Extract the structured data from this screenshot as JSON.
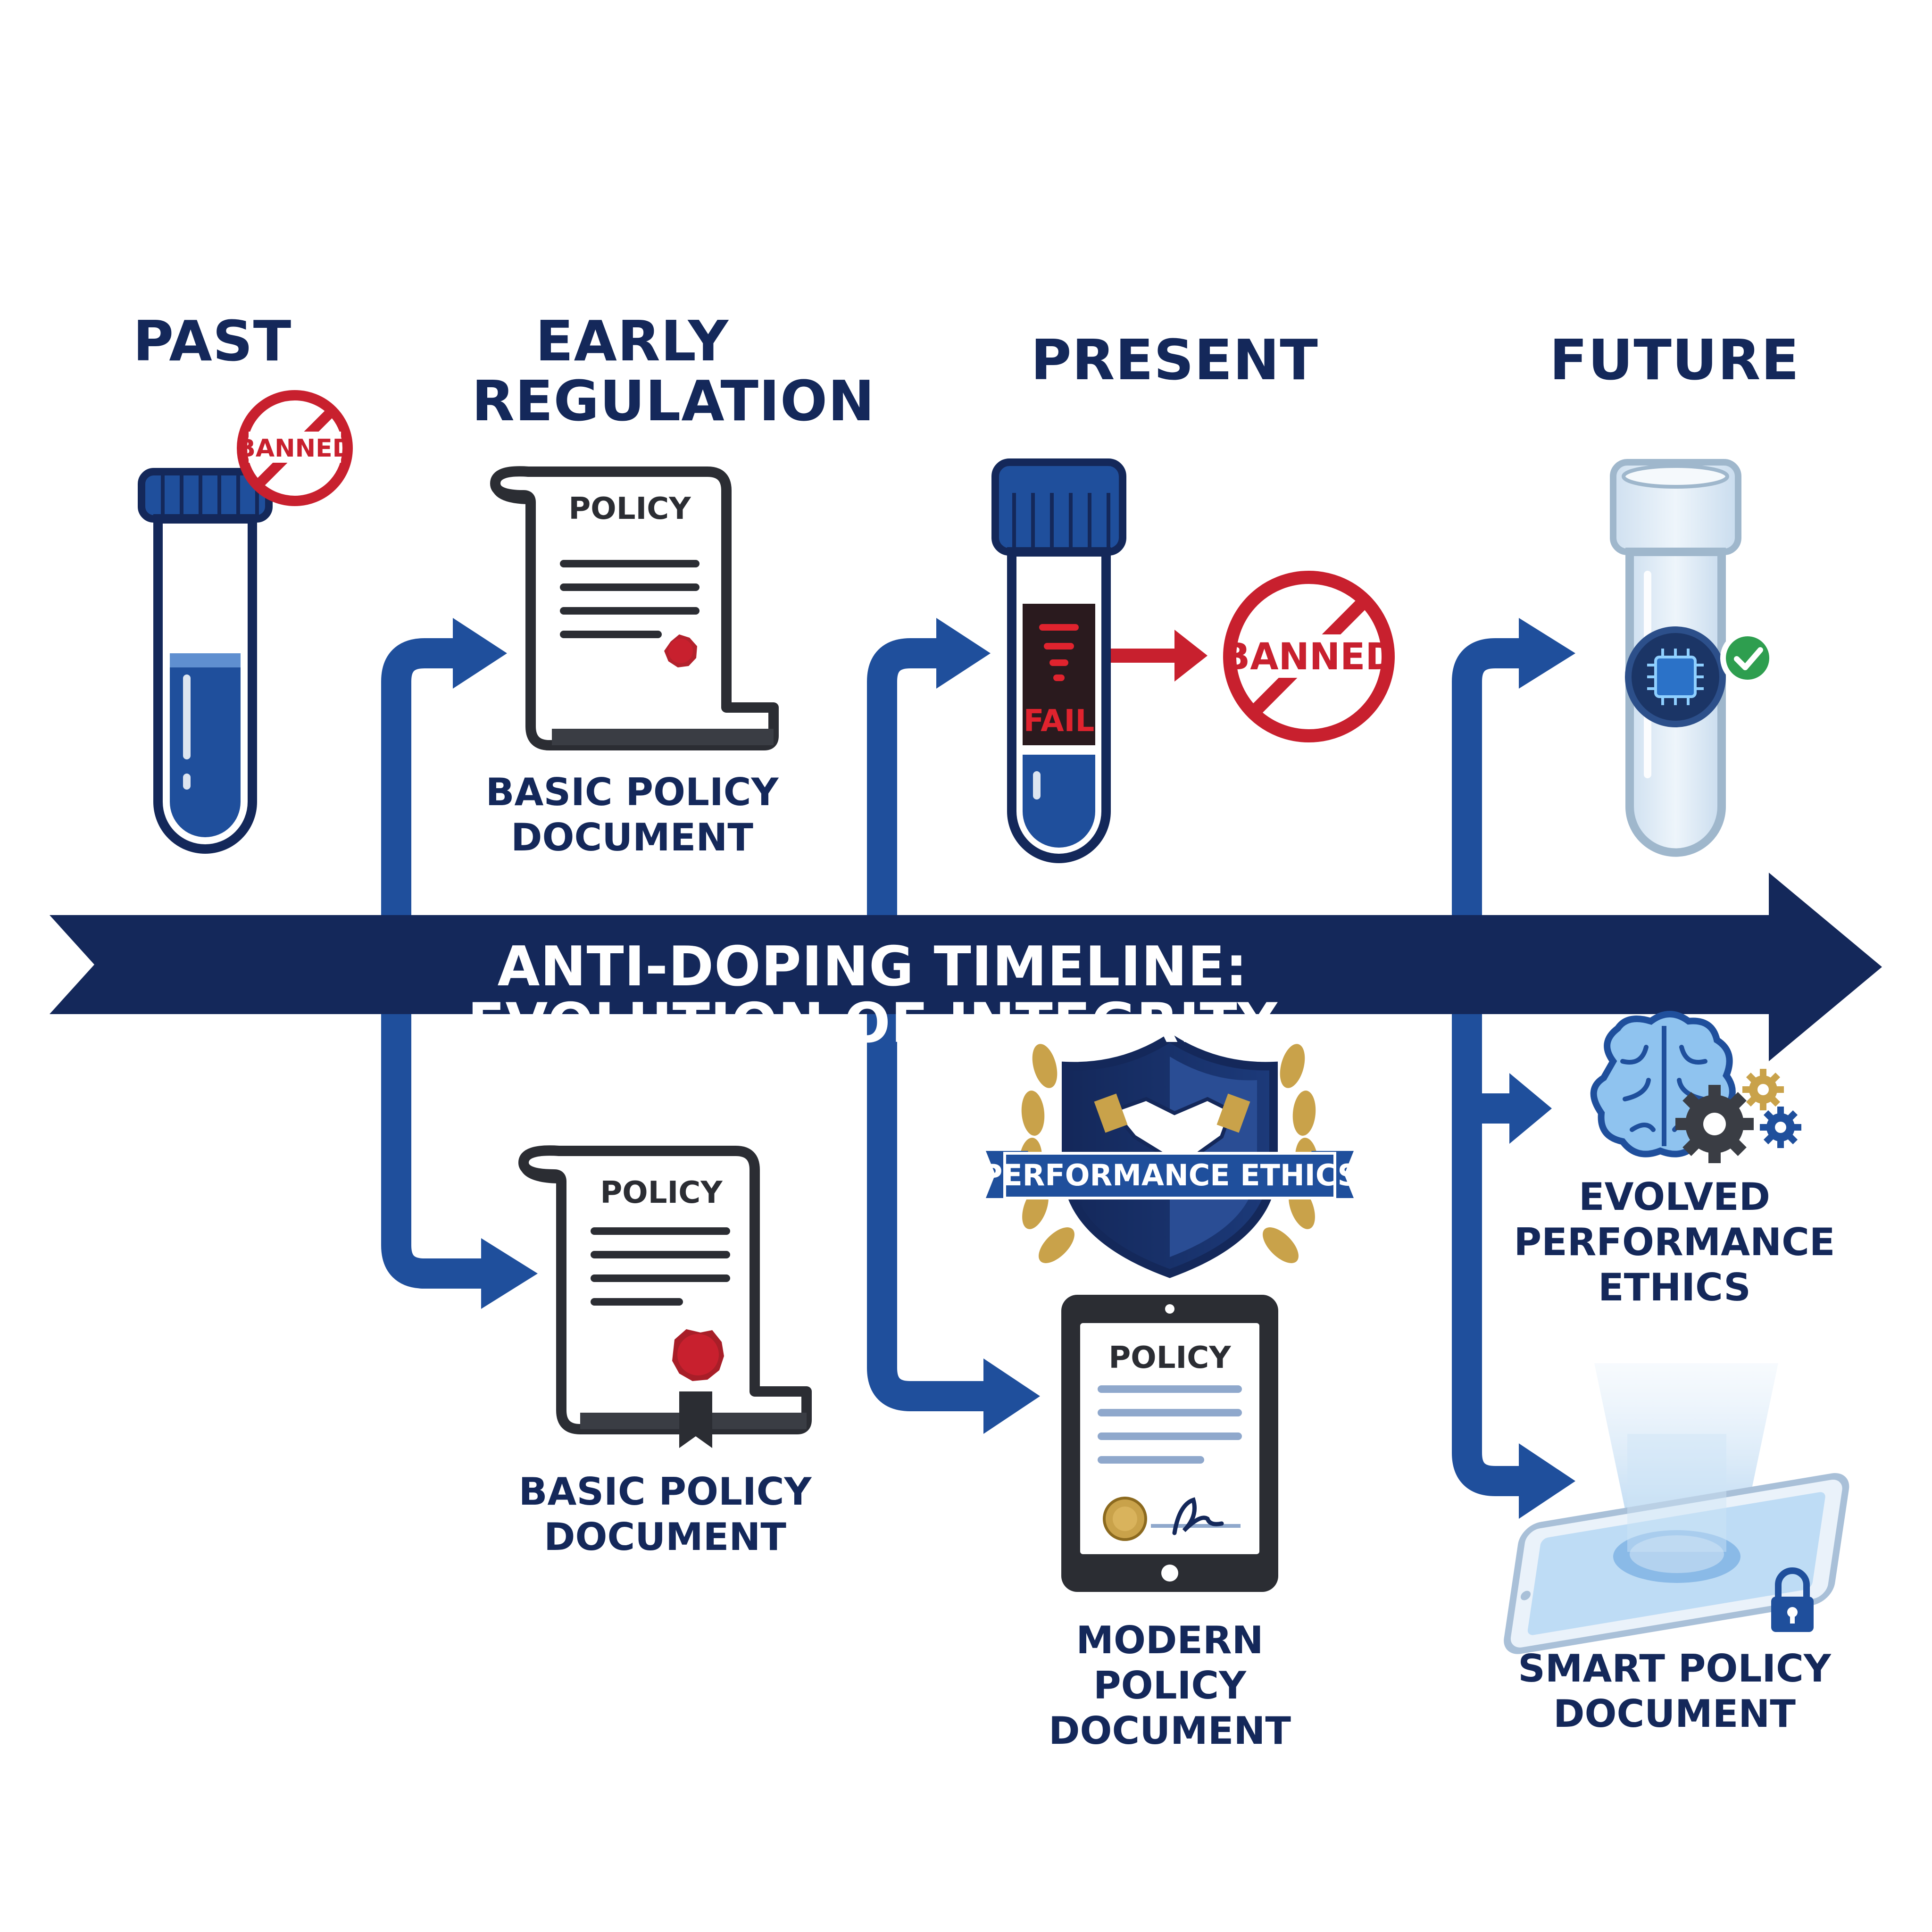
{
  "timeline": {
    "title": "ANTI-DOPING TIMELINE: EVOLUTION OF INTEGRITY"
  },
  "stages": {
    "past": {
      "heading": "PAST",
      "badge": "BANNED"
    },
    "early": {
      "heading": "EARLY REGULATION",
      "top_doc": {
        "title": "POLICY",
        "caption": "BASIC POLICY\nDOCUMENT"
      },
      "bottom_doc": {
        "title": "POLICY",
        "caption": "BASIC POLICY\nDOCUMENT"
      }
    },
    "present": {
      "heading": "PRESENT",
      "tube_status": "FAIL",
      "badge": "BANNED",
      "ethics_banner": "PERFORMANCE ETHICS",
      "doc": {
        "title": "POLICY",
        "caption": "MODERN POLICY\nDOCUMENT"
      }
    },
    "future": {
      "heading": "FUTURE",
      "ethics_caption": "EVOLVED\nPERFORMANCE\nETHICS",
      "doc_caption": "SMART POLICY\nDOCUMENT"
    }
  },
  "colors": {
    "navy": "#14285a",
    "blue": "#1f4f9c",
    "red": "#c8202e",
    "gold": "#c9a24a",
    "green": "#2e9e4f"
  }
}
